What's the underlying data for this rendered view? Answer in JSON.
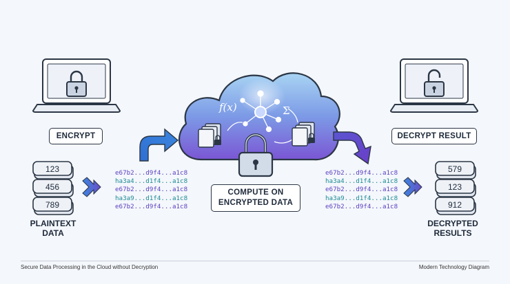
{
  "labels": {
    "encrypt": "ENCRYPT",
    "decrypt_result": "DECRYPT RESULT",
    "compute_line1": "COMPUTE ON",
    "compute_line2": "ENCRYPTED DATA",
    "plaintext_line1": "PLAINTEXT",
    "plaintext_line2": "DATA",
    "decrypted_line1": "DECRYPTED",
    "decrypted_line2": "RESULTS"
  },
  "plaintext_values": [
    "123",
    "456",
    "789"
  ],
  "decrypted_values": [
    "579",
    "123",
    "912"
  ],
  "hashes_left": [
    "e67b2...d9f4...a1c8",
    "ha3a4...d1f4...a1c8",
    "e67b2...d9f4...a1c8",
    "ha3a9...d1f4...a1c8",
    "e67b2...d9f4...a1c8"
  ],
  "hashes_right": [
    "e67b2...d9f4...a1c8",
    "ha3a4...d1f4...a1c8",
    "e67b2...d9f4...a1c8",
    "ha3a9...d1f4...a1c8",
    "e67b2...d9f4...a1c8"
  ],
  "cloud_symbols": {
    "function": "f(x)",
    "sum": "Σ"
  },
  "footer": {
    "left": "Secure Data Processing in the Cloud without Decryption",
    "right": "Modern Technology Diagram"
  },
  "colors": {
    "outline": "#2b3645",
    "cloud_top": "#8fc4ec",
    "cloud_bottom": "#7b5fd6",
    "arrow_blue": "#2f6fd1",
    "arrow_purple": "#6a4fc8",
    "hash_purple": "#5a3fc0",
    "hash_teal": "#1d8a96"
  },
  "icons": [
    "laptop-icon",
    "closed-lock-icon",
    "open-lock-icon",
    "cloud-icon",
    "server-stack-icon",
    "network-node-icon",
    "document-stack-icon",
    "arrow-icon"
  ]
}
